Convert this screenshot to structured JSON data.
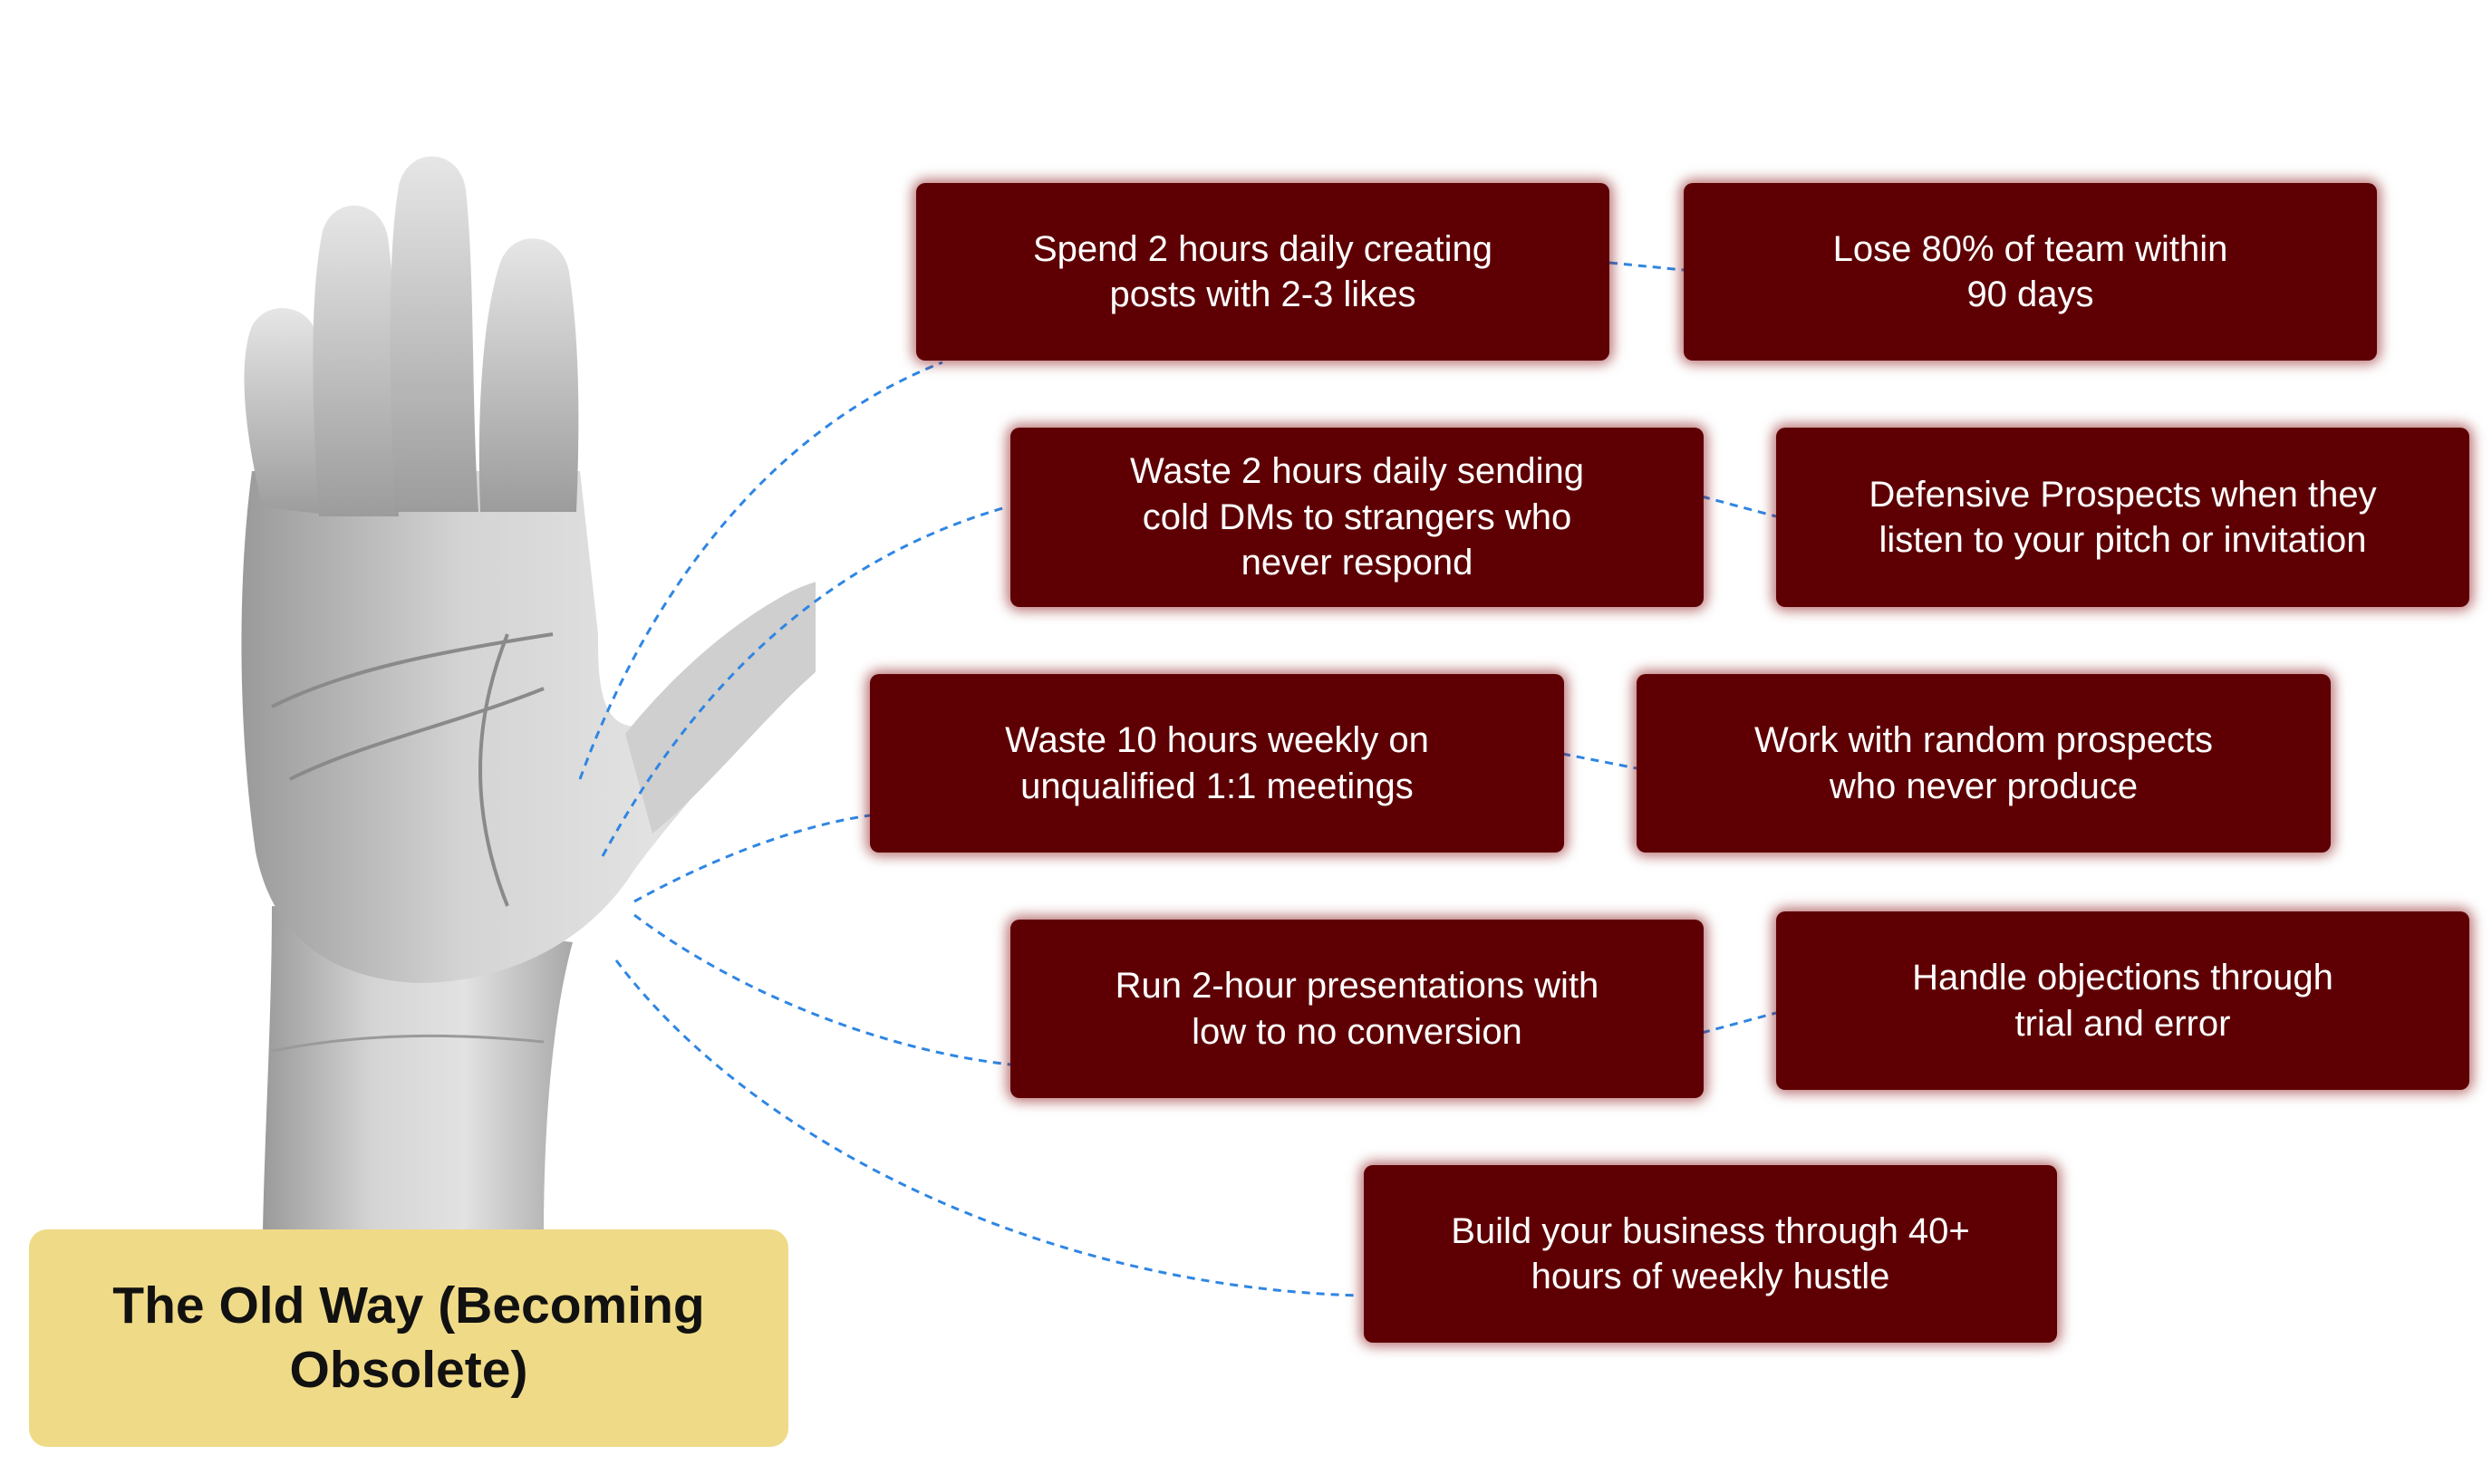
{
  "title": "The Old Way (Becoming\nObsolete)",
  "illustration": {
    "icon": "raised-hand-icon"
  },
  "colors": {
    "card": "#5e0003",
    "title_box": "#efda87",
    "connector": "#2f86e3"
  },
  "boxes": {
    "posts": "Spend 2 hours daily creating\nposts with 2-3 likes",
    "team_loss": "Lose 80% of team within\n90 days",
    "cold_dms": "Waste 2 hours daily sending\ncold DMs to strangers who\nnever respond",
    "defensive": "Defensive Prospects when they\nlisten to your pitch or invitation",
    "meetings": "Waste 10 hours weekly on\nunqualified 1:1 meetings",
    "random": "Work with random prospects\nwho never produce",
    "presentations": "Run 2-hour presentations with\nlow to no conversion",
    "objections": "Handle objections through\ntrial and error",
    "hustle": "Build your business through 40+\nhours of weekly hustle"
  }
}
